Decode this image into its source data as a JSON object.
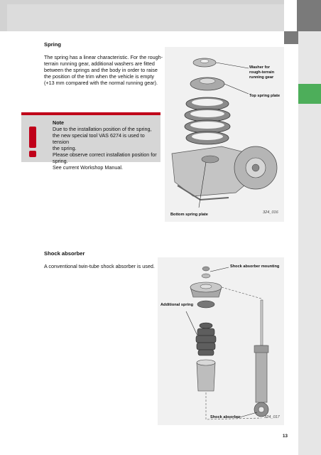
{
  "section_spring": {
    "heading": "Spring",
    "body": [
      "The spring has a linear characteristic. For the rough-",
      "terrain running gear, additional washers are fitted",
      "between the springs and the body in order to raise",
      "the position of the trim when the vehicle is empty",
      "(+13 mm compared with the normal running gear)."
    ]
  },
  "note": {
    "title": "Note",
    "lines": [
      "Due to the installation position of the spring,",
      "the new special tool VAS 6274 is used to tension",
      "the spring.",
      "Please observe correct installation position for",
      "spring.",
      "See current Workshop Manual."
    ],
    "icon": "warning-exclamation-icon",
    "accent_color": "#c0001a"
  },
  "figure_spring": {
    "callouts": {
      "washer": [
        "Washer for",
        "rough-terrain",
        "running gear"
      ],
      "top_plate": "Top spring plate",
      "bottom_plate": "Bottom spring plate"
    },
    "figure_number": "324_016"
  },
  "section_shock": {
    "heading": "Shock absorber",
    "body": "A conventional twin-tube shock absorber is used."
  },
  "figure_shock": {
    "callouts": {
      "mounting": "Shock absorber mounting",
      "additional_spring": "Additional spring",
      "absorber": "Shock absorber"
    },
    "figure_number": "324_017"
  },
  "page_number": "13",
  "colors": {
    "tab_green": "#4dae5a",
    "tab_dark": "#7a7a7a",
    "figure_bg": "#f1f1f1"
  }
}
